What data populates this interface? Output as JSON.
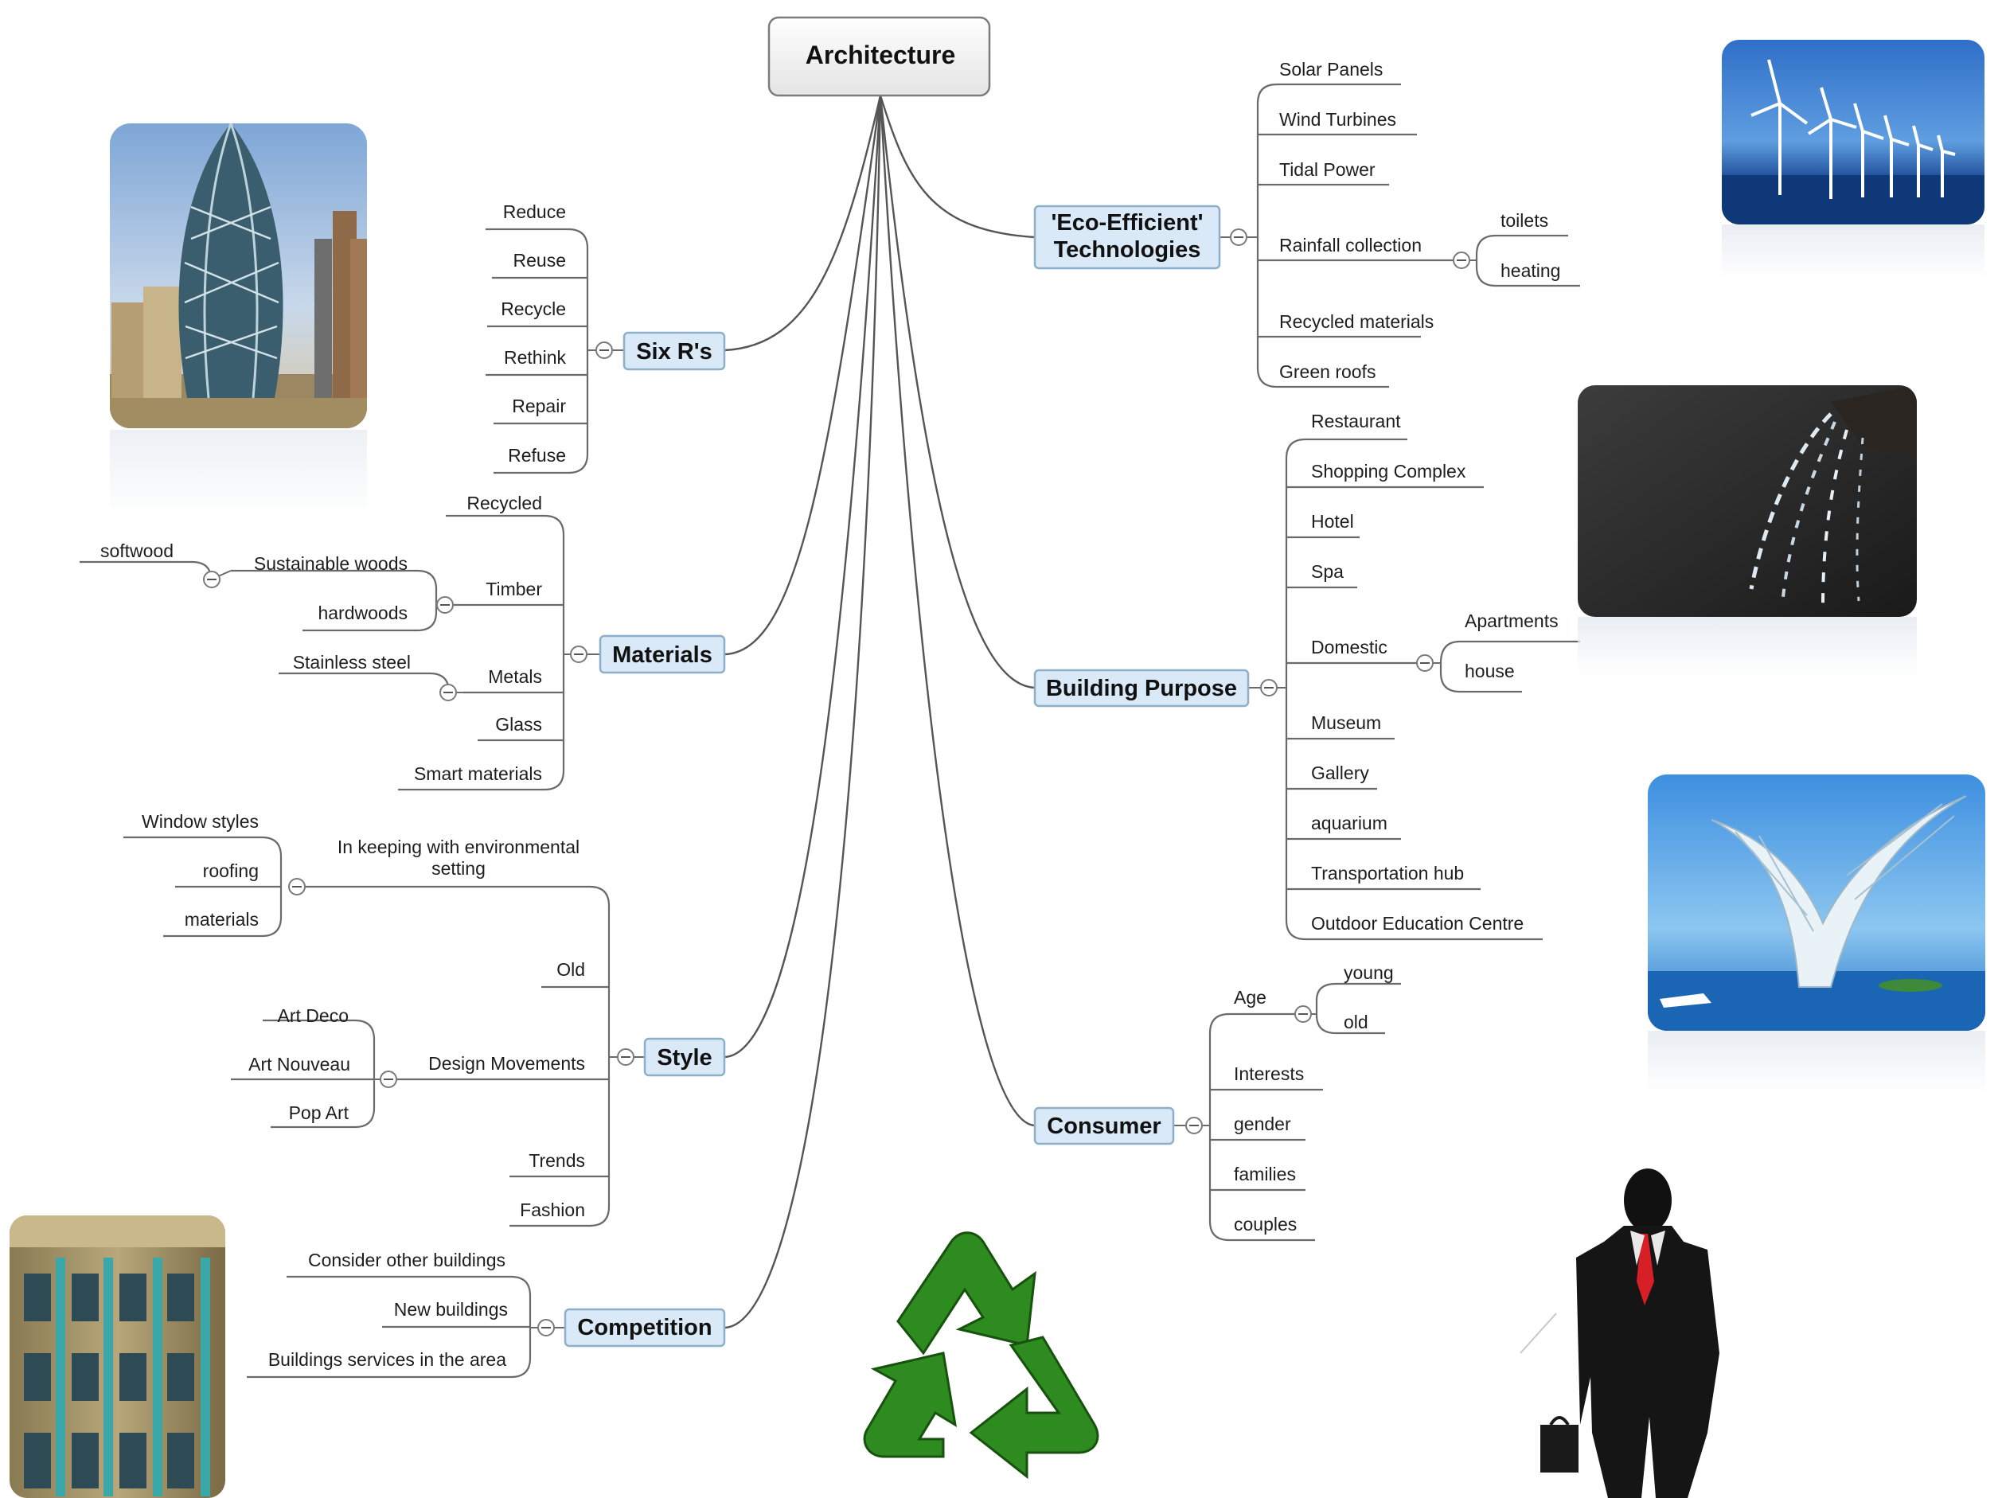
{
  "root": {
    "label": "Architecture"
  },
  "branches": {
    "eco": {
      "label": [
        "'Eco-Efficient'",
        "Technologies"
      ],
      "items": [
        "Solar Panels",
        "Wind Turbines",
        "Tidal Power",
        "Rainfall collection",
        "Recycled materials",
        "Green roofs"
      ],
      "rainfall_children": [
        "toilets",
        "heating"
      ]
    },
    "six_rs": {
      "label": "Six R's",
      "items": [
        "Reduce",
        "Reuse",
        "Recycle",
        "Rethink",
        "Repair",
        "Refuse"
      ]
    },
    "materials": {
      "label": "Materials",
      "items": [
        "Recycled",
        "Timber",
        "Metals",
        "Glass",
        "Smart materials"
      ],
      "timber_children": [
        "Sustainable woods",
        "hardwoods"
      ],
      "sustainable_children": [
        "softwood"
      ],
      "metals_children": [
        "Stainless steel"
      ]
    },
    "building_purpose": {
      "label": "Building Purpose",
      "items": [
        "Restaurant",
        "Shopping Complex",
        "Hotel",
        "Spa",
        "Domestic",
        "Museum",
        "Gallery",
        "aquarium",
        "Transportation hub",
        "Outdoor Education Centre"
      ],
      "domestic_children": [
        "Apartments",
        "house"
      ]
    },
    "style": {
      "label": "Style",
      "items": [
        [
          "In keeping with environmental",
          "setting"
        ],
        "Old",
        "Design Movements",
        "Trends",
        "Fashion"
      ],
      "environment_children": [
        "Window styles",
        "roofing",
        "materials"
      ],
      "movements_children": [
        "Art Deco",
        "Art Nouveau",
        "Pop Art"
      ]
    },
    "consumer": {
      "label": "Consumer",
      "items": [
        "Age",
        "Interests",
        "gender",
        "families",
        "couples"
      ],
      "age_children": [
        "young",
        "old"
      ]
    },
    "competition": {
      "label": "Competition",
      "items": [
        "Consider other buildings",
        "New buildings",
        "Buildings services in the area"
      ]
    }
  },
  "images": [
    "gherkin-tower-photo",
    "wind-turbines-photo",
    "water-pouring-photo",
    "wave-hotel-photo",
    "ornate-building-photo",
    "recycle-symbol",
    "businessman-silhouette"
  ],
  "colors": {
    "branch_fill": "#d9e9f7",
    "branch_stroke": "#8eafc9",
    "recycle_green": "#2e8b1f"
  }
}
